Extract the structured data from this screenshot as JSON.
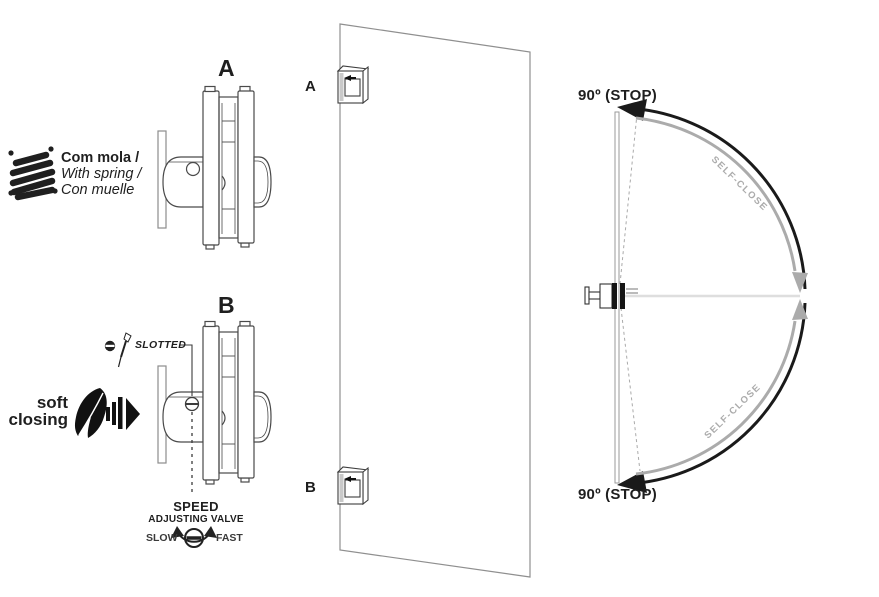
{
  "left_panel": {
    "variant_a": {
      "label": "A"
    },
    "variant_b": {
      "label": "B"
    },
    "spring_note": {
      "line1": "Com mola /",
      "line2": "With spring /",
      "line3": "Con muelle"
    },
    "soft_closing_note": {
      "line1": "soft",
      "line2": "closing"
    },
    "slotted_callout": {
      "label": "SLOTTED"
    },
    "speed_valve": {
      "title_line1": "SPEED",
      "title_line2": "ADJUSTING VALVE",
      "left": "SLOW",
      "right": "FAST"
    }
  },
  "door_panel": {
    "hinge_a_label": "A",
    "hinge_b_label": "B"
  },
  "swing_diagram": {
    "top_stop": "90º (STOP)",
    "bottom_stop": "90º (STOP)",
    "top_arc_label": "SELF-CLOSE",
    "bottom_arc_label": "SELF-CLOSE"
  },
  "icons": {
    "spring": "spring-icon",
    "screwdriver": "screwdriver-icon",
    "soft_close_feather": "feather-soft-close-icon",
    "slotted_screw": "slotted-screw-icon",
    "speed_screw": "speed-adjust-screw-icon"
  },
  "colors": {
    "ink": "#1f1f1f",
    "drawing_line": "#4a4a4a",
    "door_line": "#8f8f8f",
    "self_close_gray": "#ababab",
    "light_line": "#dedede"
  }
}
